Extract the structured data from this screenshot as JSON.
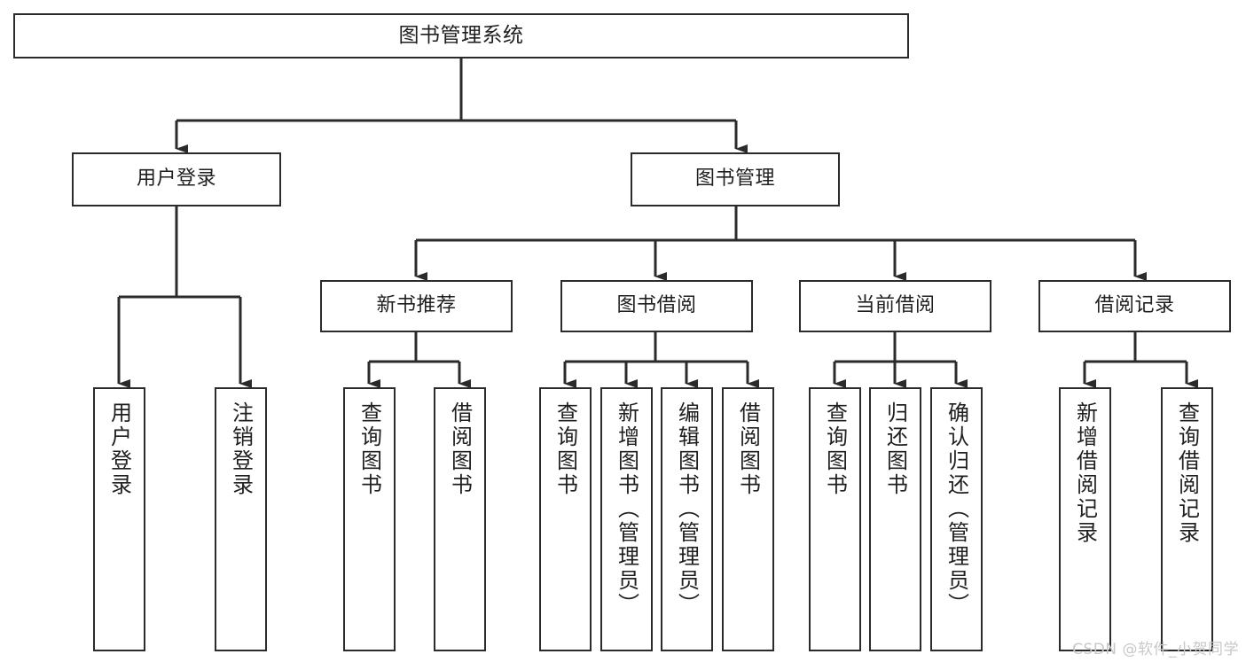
{
  "diagram": {
    "title": "图书管理系统",
    "type": "tree-hierarchy-chart",
    "orientation": "top-down",
    "colors": {
      "background": "#ffffff",
      "box_border": "#2b2b2b",
      "box_fill": "#ffffff",
      "connector": "#2b2b2b",
      "text": "#1f1f1f",
      "watermark": "#c8c8c8"
    },
    "levels": [
      {
        "level": 0,
        "nodes": [
          {
            "id": "root",
            "label": "图书管理系统",
            "orientation": "horizontal"
          }
        ]
      },
      {
        "level": 1,
        "nodes": [
          {
            "id": "user-login",
            "label": "用户登录",
            "orientation": "horizontal",
            "parent": "root"
          },
          {
            "id": "book-management",
            "label": "图书管理",
            "orientation": "horizontal",
            "parent": "root"
          }
        ]
      },
      {
        "level": 2,
        "nodes": [
          {
            "id": "new-book-recommend",
            "label": "新书推荐",
            "orientation": "horizontal",
            "parent": "book-management"
          },
          {
            "id": "book-borrow",
            "label": "图书借阅",
            "orientation": "horizontal",
            "parent": "book-management"
          },
          {
            "id": "current-borrow",
            "label": "当前借阅",
            "orientation": "horizontal",
            "parent": "book-management"
          },
          {
            "id": "borrow-record",
            "label": "借阅记录",
            "orientation": "horizontal",
            "parent": "book-management"
          }
        ]
      },
      {
        "level": 3,
        "nodes": [
          {
            "id": "leaf-user-login",
            "label": "用户登录",
            "orientation": "vertical",
            "parent": "user-login"
          },
          {
            "id": "leaf-logout-login",
            "label": "注销登录",
            "orientation": "vertical",
            "parent": "user-login"
          },
          {
            "id": "leaf-query-book-1",
            "label": "查询图书",
            "orientation": "vertical",
            "parent": "new-book-recommend"
          },
          {
            "id": "leaf-borrow-book-1",
            "label": "借阅图书",
            "orientation": "vertical",
            "parent": "new-book-recommend"
          },
          {
            "id": "leaf-query-book-2",
            "label": "查询图书",
            "orientation": "vertical",
            "parent": "book-borrow"
          },
          {
            "id": "leaf-add-book-admin",
            "label": "新增图书（管理员）",
            "orientation": "vertical",
            "parent": "book-borrow"
          },
          {
            "id": "leaf-edit-book-admin",
            "label": "编辑图书（管理员）",
            "orientation": "vertical",
            "parent": "book-borrow"
          },
          {
            "id": "leaf-borrow-book-2",
            "label": "借阅图书",
            "orientation": "vertical",
            "parent": "book-borrow"
          },
          {
            "id": "leaf-query-book-3",
            "label": "查询图书",
            "orientation": "vertical",
            "parent": "current-borrow"
          },
          {
            "id": "leaf-return-book",
            "label": "归还图书",
            "orientation": "vertical",
            "parent": "current-borrow"
          },
          {
            "id": "leaf-confirm-return-admin",
            "label": "确认归还（管理员）",
            "orientation": "vertical",
            "parent": "current-borrow"
          },
          {
            "id": "leaf-add-borrow-record",
            "label": "新增借阅记录",
            "orientation": "vertical",
            "parent": "borrow-record"
          },
          {
            "id": "leaf-query-borrow-record",
            "label": "查询借阅记录",
            "orientation": "vertical",
            "parent": "borrow-record"
          }
        ]
      }
    ]
  },
  "watermark": {
    "text": "CSDN @软件_小贺同学"
  }
}
